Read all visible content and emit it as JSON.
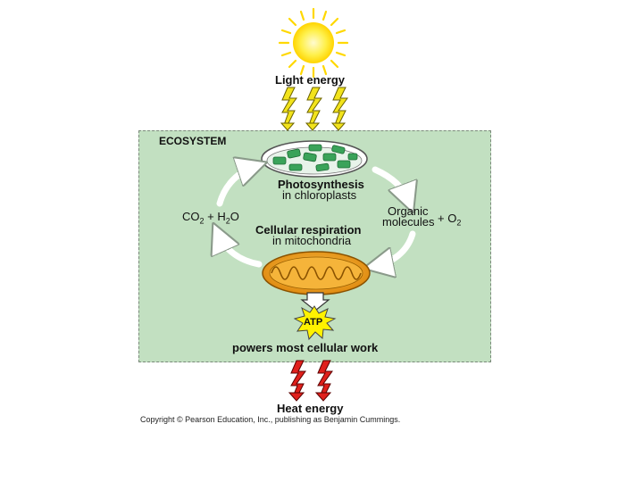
{
  "diagram": {
    "light_energy": "Light energy",
    "ecosystem_label": "ECOSYSTEM",
    "photosynthesis_title": "Photosynthesis",
    "photosynthesis_sub": "in chloroplasts",
    "co2_h2o": {
      "co": "CO",
      "co_sub": "2",
      "plus_h": " + H",
      "h_sub": "2",
      "o": "O"
    },
    "organic_line1": "Organic",
    "organic_line2": "molecules",
    "o2": {
      "plus_o": "+ O",
      "o_sub": "2"
    },
    "respiration_title": "Cellular respiration",
    "respiration_sub": "in mitochondria",
    "atp_label": "ATP",
    "powers_label": "powers most cellular work",
    "heat_energy": "Heat energy",
    "copyright": "Copyright © Pearson Education, Inc., publishing as Benjamin Cummings."
  },
  "colors": {
    "ecosystem_fill": "#c2e0c1",
    "sun": "#ffe000",
    "light_bolt": "#f2e31c",
    "heat_bolt": "#e0201c",
    "chloroplast_green": "#3aa35a",
    "mitochondria_orange": "#f0a020",
    "atp_burst": "#fff200",
    "cycle_arrow": "#ffffff"
  },
  "icons": {
    "sun": "sun-icon",
    "light_bolts": "lightning-bolt-icon",
    "chloroplast": "chloroplast-icon",
    "mitochondrion": "mitochondrion-icon",
    "atp_burst": "starburst-icon",
    "heat_bolts": "lightning-bolt-icon"
  }
}
